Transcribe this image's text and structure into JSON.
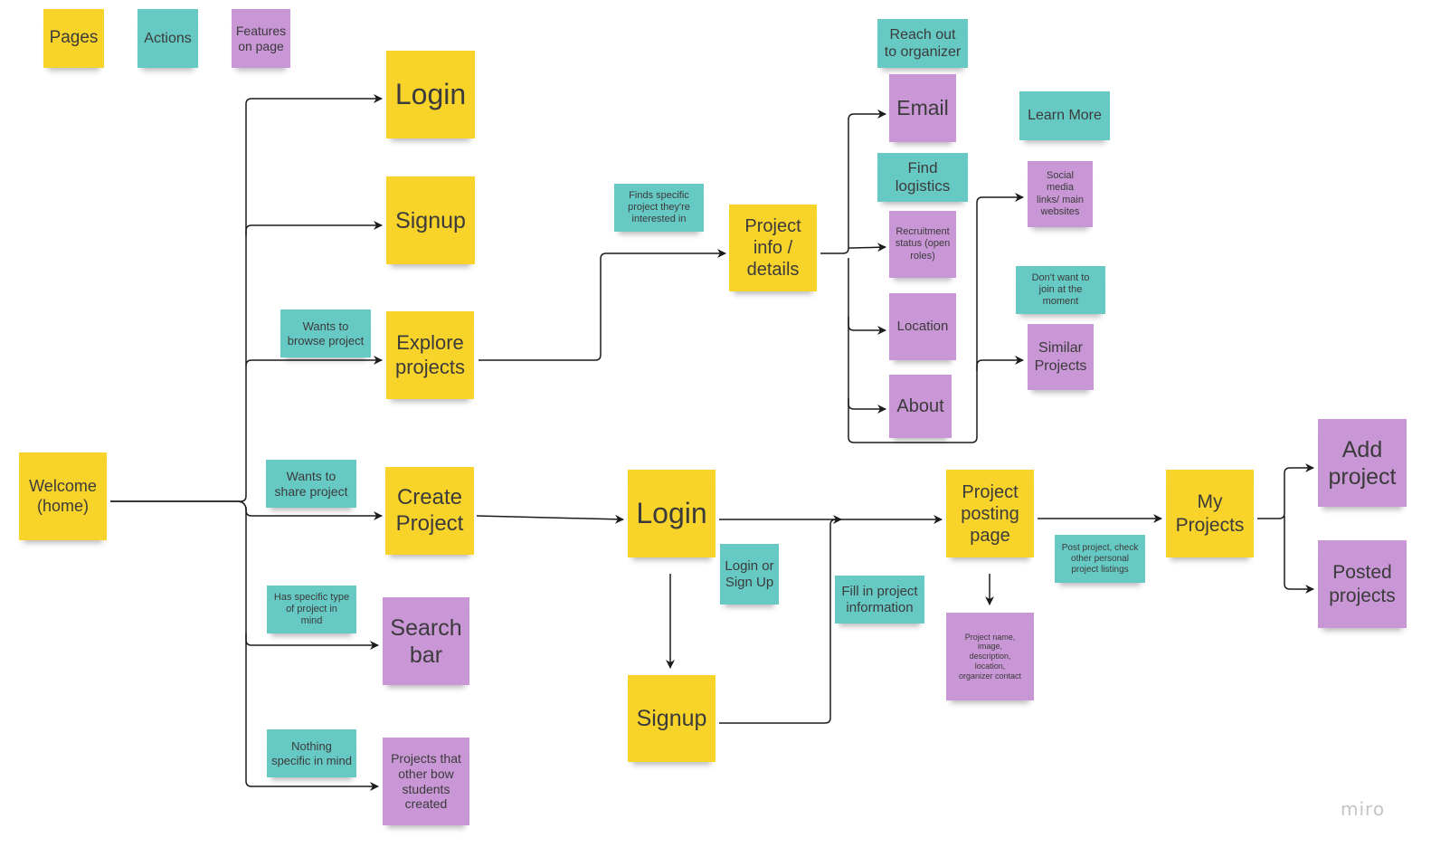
{
  "colors": {
    "page": "#f8d32a",
    "action": "#67c9c3",
    "feature": "#c996d6",
    "line": "#1b1b1b"
  },
  "legend": {
    "pages": "Pages",
    "actions": "Actions",
    "features": "Features\non page"
  },
  "notes": {
    "welcome": "Welcome\n(home)",
    "login_top": "Login",
    "signup_top": "Signup",
    "explore": "Explore\nprojects",
    "create": "Create\nProject",
    "search_bar": "Search\nbar",
    "projects_other": "Projects that\nother bow\nstudents\ncreated",
    "wants_browse": "Wants to\nbrowse project",
    "wants_share": "Wants to\nshare project",
    "has_specific": "Has specific type\nof project in\nmind",
    "nothing_specific": "Nothing\nspecific in mind",
    "finds_specific": "Finds specific\nproject they're\ninterested in",
    "project_info": "Project\ninfo /\ndetails",
    "reach_out": "Reach out\nto organizer",
    "email": "Email",
    "find_logistics": "Find\nlogistics",
    "recruitment": "Recruitment\nstatus (open\nroles)",
    "location": "Location",
    "about": "About",
    "learn_more": "Learn More",
    "social_media": "Social\nmedia\nlinks/ main\nwebsites",
    "dont_want": "Don't want to\njoin at the\nmoment",
    "similar": "Similar\nProjects",
    "login_mid": "Login",
    "login_or_signup": "Login or\nSign Up",
    "signup_bottom": "Signup",
    "fill_in": "Fill in project\ninformation",
    "posting_page": "Project\nposting\npage",
    "posting_fields": "Project name,\nimage,\ndescription,\nlocation,\norganizer contact",
    "post_check": "Post project, check\nother personal\nproject listings",
    "my_projects": "My\nProjects",
    "add_project": "Add\nproject",
    "posted_projects": "Posted\nprojects"
  },
  "watermark": "miro"
}
